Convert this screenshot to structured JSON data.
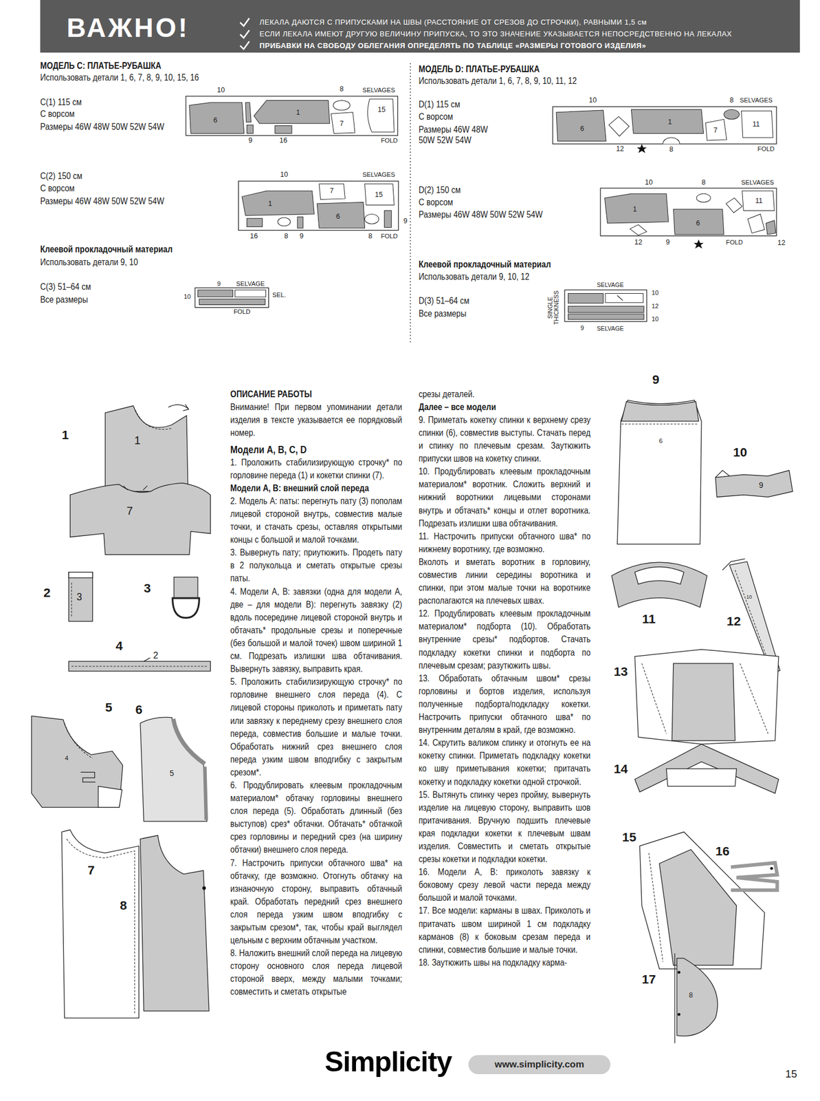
{
  "diagram": {
    "nodes": [
      {
        "text": [
          "ВАЖНО!",
          "ЛЕКАЛА ДАЮТСЯ С ПРИПУСКАМИ НА ШВЫ (РАССТОЯНИЕ ОТ СРЕЗОВ ДО СТРОЧКИ), РАВНЫМИ 1,5 см",
          "ЕСЛИ ЛЕКАЛА ИМЕЮТ ДРУГУЮ ВЕЛИЧИНУ ПРИПУСКА, ТО ЭТО ЗНАЧЕНИЕ УКАЗЫВАЕТСЯ НЕПОСРЕДСТВЕННО НА ЛЕКАЛАХ",
          "ПРИБАВКИ НА СВОБОДУ ОБЛЕГАНИЯ ОПРЕДЕЛЯТЬ ПО ТАБЛИЦЕ «РАЗМЕРЫ ГОТОВОГО ИЗДЕЛИЯ»"
        ]
      },
      {
        "text": [
          "www.simplicity.com"
        ]
      }
    ],
    "labels": [
      "МОДЕЛЬ С: ПЛАТЬЕ-РУБАШКА",
      "Использовать детали 1, 6, 7, 8, 9, 10, 15, 16",
      "C(1) 115 см",
      "С ворсом",
      "Размеры 46W 48W 50W 52W 54W",
      "C(2) 150 см",
      "С ворсом",
      "Размеры 46W 48W 50W 52W 54W",
      "Клеевой прокладочный материал",
      "Использовать детали 9, 10",
      "C(3) 51–64 см",
      "Все размеры",
      "10",
      "8",
      "SELVAGES",
      "6",
      "1",
      "7",
      "15",
      "9",
      "16",
      "FOLD",
      "10",
      "SELVAGES",
      "7",
      "15",
      "1",
      "6",
      "16",
      "8",
      "9",
      "8",
      "FOLD",
      "9",
      "9",
      "SELVAGE",
      "10",
      "SEL.",
      "FOLD",
      "МОДЕЛЬ D: ПЛАТЬЕ-РУБАШКА",
      "Использовать детали 1, 6, 7, 8, 9, 10, 11, 12",
      "D(1) 115 см",
      "С ворсом",
      "Размеры 46W 48W 50W 52W 54W",
      "D(2) 150 см",
      "С ворсом",
      "Размеры 46W 48W 50W 52W 54W",
      "Клеевой прокладочный материал",
      "Использовать детали 9, 10, 12",
      "D(3) 51–64 см",
      "Все размеры",
      "10",
      "8",
      "SELVAGES",
      "6",
      "1",
      "7",
      "11",
      "12",
      "8",
      "FOLD",
      "10",
      "8",
      "SELVAGES",
      "11",
      "1",
      "6",
      "12",
      "9",
      "FOLD",
      "12",
      "SINGLE THICKNESS",
      "SELVAGE",
      "10",
      "12",
      "10",
      "9",
      "SELVAGE",
      "ОПИСАНИЕ РАБОТЫ",
      "Внимание! При первом упоминании детали изделия в тексте указывается ее порядковый номер.",
      "Модели А, В, С, D",
      "1. Проложить стабилизирующую строчку* по горловине переда (1) и кокетки спинки (7).",
      "Модели А, В: внешний слой переда",
      "2. Модель А: паты: перегнуть пату (3) пополам лицевой стороной внутрь, совместив малые точки, и стачать срезы, оставляя открытыми концы с большой и малой точками.",
      "3. Вывернуть пату; приутюжить. Продеть пату в 2 полукольца и сметать открытые срезы паты.",
      "4. Модели А, В: завязки (одна для модели А, две – для модели В): перегнуть завязку (2) вдоль посередине лицевой стороной внутрь и обтачать* продольные срезы и поперечные (без большой и малой точек) швом шириной 1 см. Подрезать излишки шва обтачивания. Вывернуть завязку, выправить края.",
      "5. Проложить стабилизирующую строчку* по горловине внешнего слоя переда (4). С лицевой стороны приколоть и приметать пату или завязку к переднему срезу внешнего слоя переда, совместив большие и малые точки. Обработать нижний срез внешнего слоя переда узким швом вподгибку с закрытым срезом*.",
      "6. Продублировать клеевым прокладочным материалом* обтачку горловины внешнего слоя переда (5). Обработать длинный (без выступов) срез* обтачки. Обтачать* обтачкой срез горловины и передний срез (на ширину обтачки) внешнего слоя переда.",
      "7. Настрочить припуски обтачного шва* на обтачку, где возможно. Отогнуть обтачку на изнаночную сторону, выправить обтачный край. Обработать передний срез внешнего слоя переда узким швом вподгибку с закрытым срезом*, так, чтобы край выглядел цельным с верхним обтачным участком.",
      "8. Наложить внешний слой переда на лицевую сторону основного слоя переда лицевой стороной вверх, между малыми точками; совместить и сметать открытые",
      "срезы деталей.",
      "Далее – все модели",
      "9. Приметать кокетку спинки к верхнему срезу спинки (6), совместив выступы. Стачать перед и спинку по плечевым срезам. Заутюжить припуски швов на кокетку спинки.",
      "10. Продублировать клеевым прокладочным материалом* воротник. Сложить верхний и нижний воротники лицевыми сторонами внутрь и обтачать* концы и отлет воротника. Подрезать излишки шва обтачивания.",
      "11. Настрочить припуски обтачного шва* по нижнему воротнику, где возможно.",
      "Вколоть и вметать воротник в горловину, совместив линии середины воротника и спинки, при этом малые точки на воротнике располагаются на плечевых швах.",
      "12. Продублировать клеевым прокладочным материалом* подборта (10). Обработать внутренние срезы* подбортов. Стачать подкладку кокетки спинки и подборта по плечевым срезам; разутюжить швы.",
      "13. Обработать обтачным швом* срезы горловины и бортов изделия, используя полученные подборта/подкладку кокетки. Настрочить припуски обтачного шва* по внутренним деталям в край, где возможно.",
      "14. Скрутить валиком спинку и отогнуть ее на кокетку спинки. Приметать подкладку кокетки ко шву приметывания кокетки; притачать кокетку и подкладку кокетки одной строчкой.",
      "15. Вытянуть спинку через пройму, вывернуть изделие на лицевую сторону, выправить шов притачивания. Вручную подшить плечевые края подкладки кокетки к плечевым швам изделия. Совместить и сметать открытые срезы кокетки и подкладки кокетки.",
      "16. Модели А, В: приколоть завязку к боковому срезу левой части переда между большой и малой точками.",
      "17. Все модели: карманы в швах. Приколоть и притачать швом шириной 1 см подкладку карманов (8) к боковым срезам переда и спинки, совместив большие и малые точки.",
      "18. Заутюжить швы на подкладку карма-",
      "1",
      "1",
      "7",
      "2",
      "3",
      "3",
      "4",
      "2",
      "5",
      "6",
      "4",
      "5",
      "7",
      "8",
      "9",
      "6",
      "10",
      "9",
      "11",
      "12",
      "10",
      "13",
      "14",
      "15",
      "16",
      "17",
      "8",
      "Simplicity",
      "15"
    ]
  }
}
